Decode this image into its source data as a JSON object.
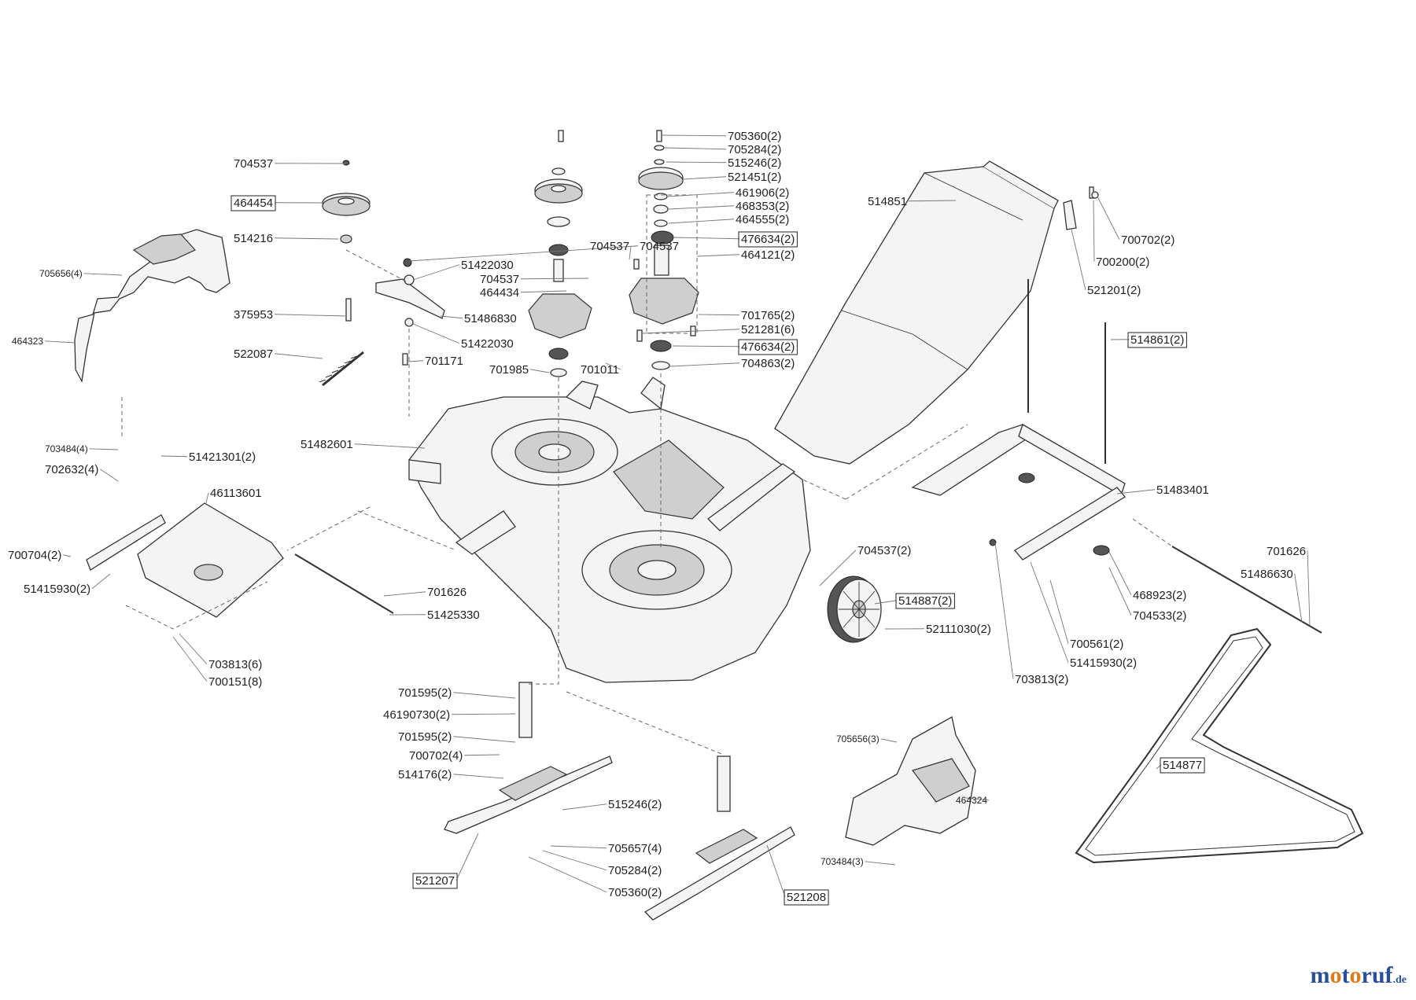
{
  "diagram": {
    "parts": [
      {
        "id": "p01",
        "text": "704537",
        "boxed": false
      },
      {
        "id": "p02",
        "text": "464454",
        "boxed": true
      },
      {
        "id": "p03",
        "text": "514216",
        "boxed": false
      },
      {
        "id": "p04",
        "text": "705656(4)",
        "boxed": false,
        "small": true
      },
      {
        "id": "p05",
        "text": "464323",
        "boxed": false,
        "small": true
      },
      {
        "id": "p06",
        "text": "375953",
        "boxed": false
      },
      {
        "id": "p07",
        "text": "522087",
        "boxed": false
      },
      {
        "id": "p08",
        "text": "704537",
        "boxed": false
      },
      {
        "id": "p09",
        "text": "51422030",
        "boxed": false
      },
      {
        "id": "p10",
        "text": "51486830",
        "boxed": false
      },
      {
        "id": "p11",
        "text": "51422030",
        "boxed": false
      },
      {
        "id": "p12",
        "text": "701171",
        "boxed": false
      },
      {
        "id": "p13",
        "text": "704537",
        "boxed": false
      },
      {
        "id": "p14",
        "text": "704537",
        "boxed": false
      },
      {
        "id": "p15",
        "text": "464434",
        "boxed": false
      },
      {
        "id": "p16",
        "text": "701985",
        "boxed": false
      },
      {
        "id": "p17",
        "text": "701011",
        "boxed": false
      },
      {
        "id": "p18",
        "text": "705360(2)",
        "boxed": false
      },
      {
        "id": "p19",
        "text": "705284(2)",
        "boxed": false
      },
      {
        "id": "p20",
        "text": "515246(2)",
        "boxed": false
      },
      {
        "id": "p21",
        "text": "521451(2)",
        "boxed": false
      },
      {
        "id": "p22",
        "text": "461906(2)",
        "boxed": false
      },
      {
        "id": "p23",
        "text": "468353(2)",
        "boxed": false
      },
      {
        "id": "p24",
        "text": "464555(2)",
        "boxed": false
      },
      {
        "id": "p25",
        "text": "476634(2)",
        "boxed": true
      },
      {
        "id": "p26",
        "text": "464121(2)",
        "boxed": false
      },
      {
        "id": "p27",
        "text": "701765(2)",
        "boxed": false
      },
      {
        "id": "p28",
        "text": "521281(6)",
        "boxed": false
      },
      {
        "id": "p29",
        "text": "476634(2)",
        "boxed": true
      },
      {
        "id": "p30",
        "text": "704863(2)",
        "boxed": false
      },
      {
        "id": "p31",
        "text": "514851",
        "boxed": false
      },
      {
        "id": "p32",
        "text": "700702(2)",
        "boxed": false
      },
      {
        "id": "p33",
        "text": "700200(2)",
        "boxed": false
      },
      {
        "id": "p34",
        "text": "521201(2)",
        "boxed": false
      },
      {
        "id": "p35",
        "text": "514861(2)",
        "boxed": true
      },
      {
        "id": "p36",
        "text": "51482601",
        "boxed": false
      },
      {
        "id": "p37",
        "text": "703484(4)",
        "boxed": false,
        "small": true
      },
      {
        "id": "p38",
        "text": "51421301(2)",
        "boxed": false
      },
      {
        "id": "p39",
        "text": "702632(4)",
        "boxed": false
      },
      {
        "id": "p40",
        "text": "46113601",
        "boxed": false
      },
      {
        "id": "p41",
        "text": "700704(2)",
        "boxed": false
      },
      {
        "id": "p42",
        "text": "51415930(2)",
        "boxed": false
      },
      {
        "id": "p43",
        "text": "701626",
        "boxed": false
      },
      {
        "id": "p44",
        "text": "51425330",
        "boxed": false
      },
      {
        "id": "p45",
        "text": "703813(6)",
        "boxed": false
      },
      {
        "id": "p46",
        "text": "700151(8)",
        "boxed": false
      },
      {
        "id": "p47",
        "text": "704537(2)",
        "boxed": false
      },
      {
        "id": "p48",
        "text": "514887(2)",
        "boxed": true
      },
      {
        "id": "p49",
        "text": "52111030(2)",
        "boxed": false
      },
      {
        "id": "p50",
        "text": "51483401",
        "boxed": false
      },
      {
        "id": "p51",
        "text": "701626",
        "boxed": false
      },
      {
        "id": "p52",
        "text": "51486630",
        "boxed": false
      },
      {
        "id": "p53",
        "text": "468923(2)",
        "boxed": false
      },
      {
        "id": "p54",
        "text": "704533(2)",
        "boxed": false
      },
      {
        "id": "p55",
        "text": "700561(2)",
        "boxed": false
      },
      {
        "id": "p56",
        "text": "51415930(2)",
        "boxed": false
      },
      {
        "id": "p57",
        "text": "703813(2)",
        "boxed": false
      },
      {
        "id": "p58",
        "text": "701595(2)",
        "boxed": false
      },
      {
        "id": "p59",
        "text": "46190730(2)",
        "boxed": false
      },
      {
        "id": "p60",
        "text": "701595(2)",
        "boxed": false
      },
      {
        "id": "p61",
        "text": "700702(4)",
        "boxed": false
      },
      {
        "id": "p62",
        "text": "514176(2)",
        "boxed": false
      },
      {
        "id": "p63",
        "text": "515246(2)",
        "boxed": false
      },
      {
        "id": "p64",
        "text": "705657(4)",
        "boxed": false
      },
      {
        "id": "p65",
        "text": "705284(2)",
        "boxed": false
      },
      {
        "id": "p66",
        "text": "705360(2)",
        "boxed": false
      },
      {
        "id": "p67",
        "text": "521207",
        "boxed": true
      },
      {
        "id": "p68",
        "text": "521208",
        "boxed": true
      },
      {
        "id": "p69",
        "text": "705656(3)",
        "boxed": false,
        "small": true
      },
      {
        "id": "p70",
        "text": "464324",
        "boxed": false,
        "small": true
      },
      {
        "id": "p71",
        "text": "703484(3)",
        "boxed": false,
        "small": true
      },
      {
        "id": "p72",
        "text": "514877",
        "boxed": true
      }
    ]
  },
  "logo": {
    "b1": "m",
    "o1": "o",
    "b2": "t",
    "o2": "o",
    "b3": "ruf",
    "tld": ".de"
  }
}
